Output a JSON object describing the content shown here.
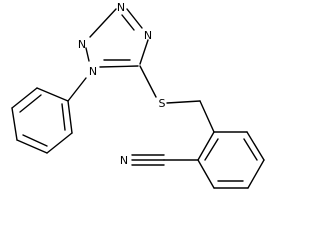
{
  "molecule": {
    "atoms": {
      "n1": "N",
      "n2": "N",
      "n3": "N",
      "n4": "N",
      "s": "S",
      "n_nitrile": "N"
    },
    "bond_color": "#000000",
    "background_color": "#ffffff"
  }
}
